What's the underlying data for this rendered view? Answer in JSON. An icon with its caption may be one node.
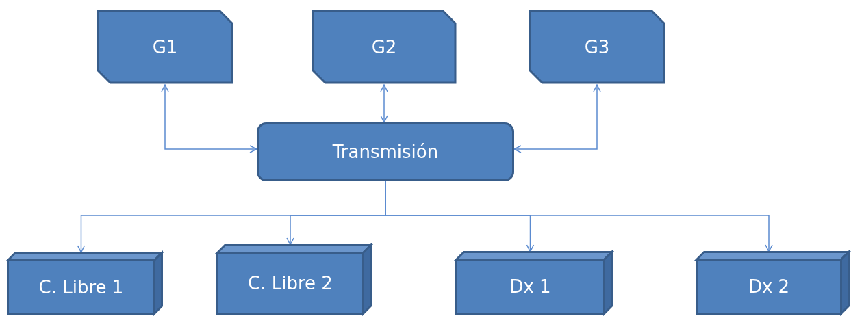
{
  "diagram": {
    "nodes": [
      {
        "text": [
          "G1"
        ]
      },
      {
        "text": [
          "G2"
        ]
      },
      {
        "text": [
          "G3"
        ]
      },
      {
        "text": [
          "Transmisión"
        ]
      },
      {
        "text": [
          "C. Libre 1"
        ]
      },
      {
        "text": [
          "C. Libre 2"
        ]
      },
      {
        "text": [
          "Dx 1"
        ]
      },
      {
        "text": [
          "Dx 2"
        ]
      }
    ],
    "edges": [
      {
        "from": 0,
        "to": 3,
        "arrow": "both"
      },
      {
        "from": 1,
        "to": 3,
        "arrow": "both"
      },
      {
        "from": 2,
        "to": 3,
        "arrow": "both"
      },
      {
        "from": 3,
        "to": 4,
        "arrow": "to"
      },
      {
        "from": 3,
        "to": 5,
        "arrow": "to"
      },
      {
        "from": 3,
        "to": 6,
        "arrow": "to"
      },
      {
        "from": 3,
        "to": 7,
        "arrow": "to"
      }
    ]
  }
}
